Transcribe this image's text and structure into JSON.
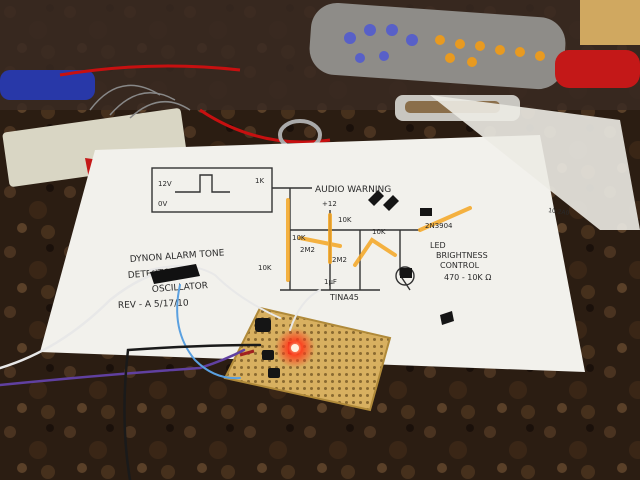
{
  "schematic": {
    "input_label_top": "12V",
    "input_label_bottom": "0V",
    "res_1k": "1K",
    "audio_label": "AUDIO WARNING",
    "supply_label": "+12",
    "res_10k_a": "10K",
    "res_10k_b": "10K",
    "res_10k_c": "10K",
    "res_10k_d": "10K",
    "res_2m": "2M2",
    "res_2m_b": "2M2",
    "cap_label": "1µF",
    "transistor_label": "2N3904",
    "ic_label": "TINA45",
    "led_note_line1": "LED",
    "led_note_line2": "BRIGHTNESS",
    "led_note_line3": "CONTROL",
    "led_note_line4": "470 - 10K Ω",
    "title_line1": "DYNON ALARM TONE",
    "title_line2": "DETECTOR",
    "title_line3": "OSCILLATOR",
    "revision": "REV - A  5/17/10",
    "corner_label": "10 2A0"
  },
  "colors": {
    "countertop": "#2b1d12",
    "paper": "#f2f1ec",
    "perfboard": "#d8b060",
    "highlighter": "#f5a623",
    "led_glow": "#ff3a1a"
  }
}
